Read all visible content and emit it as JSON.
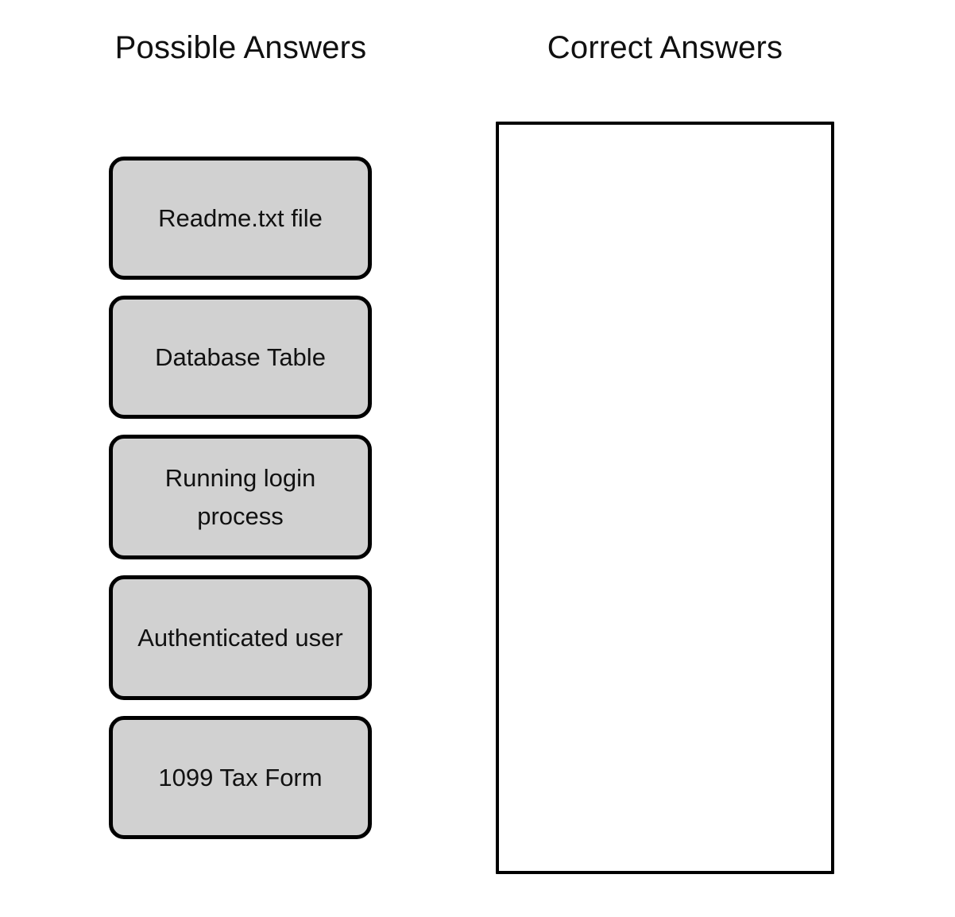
{
  "columns": {
    "possible": {
      "heading": "Possible Answers",
      "options": [
        {
          "label": "Readme.txt file",
          "lines": 1
        },
        {
          "label": "Database Table",
          "lines": 1
        },
        {
          "label": "Running login process",
          "lines": 2
        },
        {
          "label": "Authenticated user",
          "lines": 2
        },
        {
          "label": "1099 Tax Form",
          "lines": 1
        }
      ]
    },
    "correct": {
      "heading": "Correct Answers",
      "dropped_items": []
    }
  },
  "colors": {
    "page_background": "#ffffff",
    "option_fill": "#d1d1d1",
    "option_border": "#000000",
    "dropzone_fill": "#ffffff",
    "dropzone_border": "#000000",
    "text": "#111111"
  }
}
